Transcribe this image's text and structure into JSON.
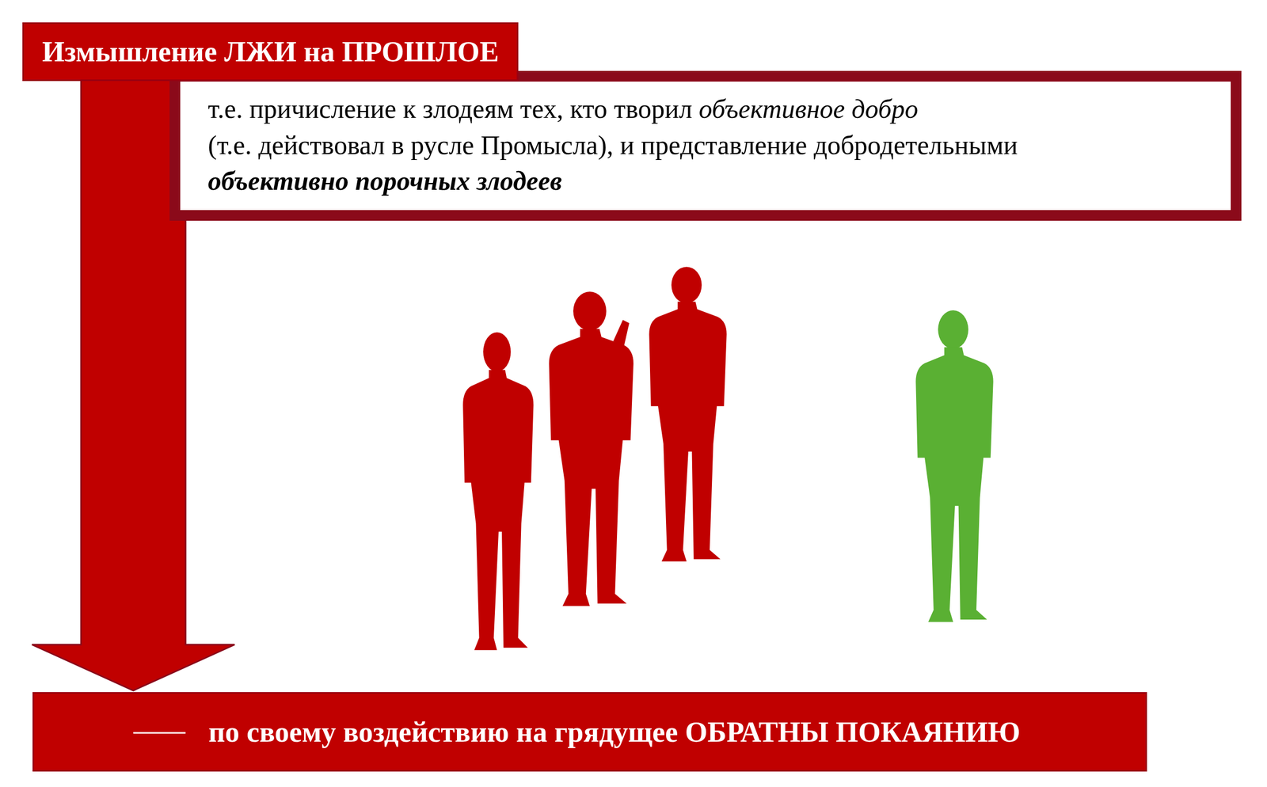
{
  "diagram": {
    "nodes": [
      {
        "text": [
          "Измышление ЛЖИ на ПРОШЛОЕ"
        ]
      },
      {
        "text": [
          "т.е. причисление к злодеям тех, кто творил",
          "объективное добро",
          "(т.е. действовал в русле Промысла), и представление добродетельными",
          "объективно порочных злодеев"
        ]
      },
      {
        "text": [
          "по своему воздействию на грядущее ОБРАТНЫ ПОКАЯНИЮ"
        ]
      }
    ],
    "edges": [
      {
        "from": 0,
        "to": 2,
        "arrow": "to"
      }
    ]
  }
}
